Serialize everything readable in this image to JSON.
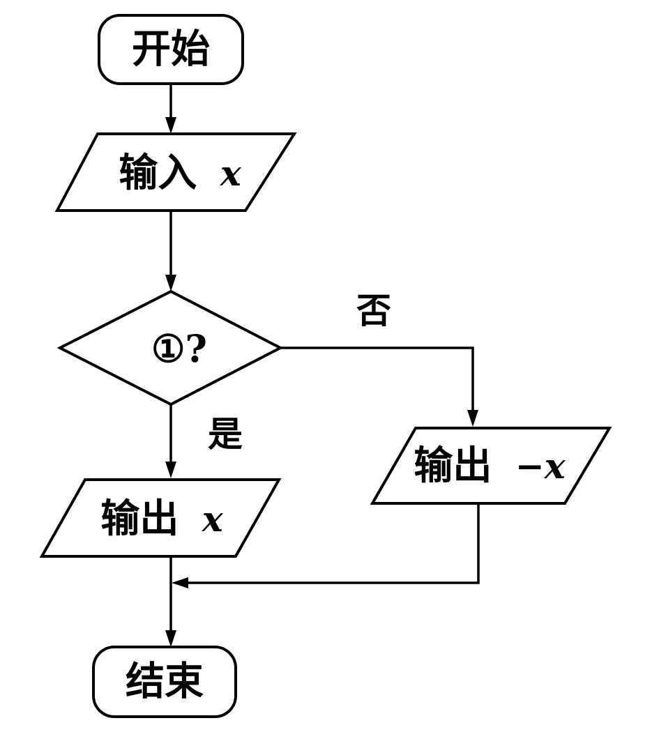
{
  "flowchart": {
    "start_label": "开始",
    "input_label": "输入",
    "input_var": "x",
    "decision_label": "①?",
    "yes_label": "是",
    "no_label": "否",
    "output_yes_label": "输出",
    "output_yes_var": "x",
    "output_no_label": "输出",
    "output_no_var": "−x",
    "end_label": "结束"
  }
}
